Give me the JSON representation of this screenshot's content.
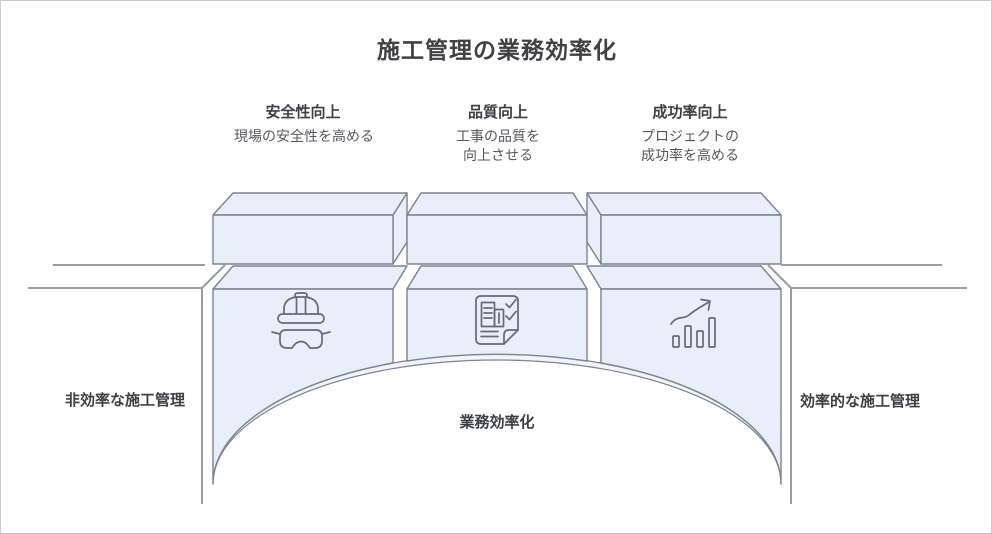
{
  "title": "施工管理の業務効率化",
  "columns": [
    {
      "heading": "安全性向上",
      "desc_line1": "現場の安全性を高める",
      "desc_line2": "",
      "icon": "helmet-icon"
    },
    {
      "heading": "品質向上",
      "desc_line1": "工事の品質を",
      "desc_line2": "向上させる",
      "icon": "checklist-icon"
    },
    {
      "heading": "成功率向上",
      "desc_line1": "プロジェクトの",
      "desc_line2": "成功率を高める",
      "icon": "growth-chart-icon"
    }
  ],
  "bridge": {
    "left_label": "非効率な施工管理",
    "right_label": "効率的な施工管理",
    "center_label": "業務効率化"
  },
  "colors": {
    "box_fill": "#e9eefb",
    "box_stroke": "#7b8290",
    "soffit_fill": "#f2f4fa",
    "deck_stroke": "#989ca4",
    "icon_stroke": "#636b76",
    "title_color": "#3f4145",
    "heading_color": "#3c3f45",
    "body_color": "#55585e",
    "frame_border": "#c9c9ce"
  }
}
